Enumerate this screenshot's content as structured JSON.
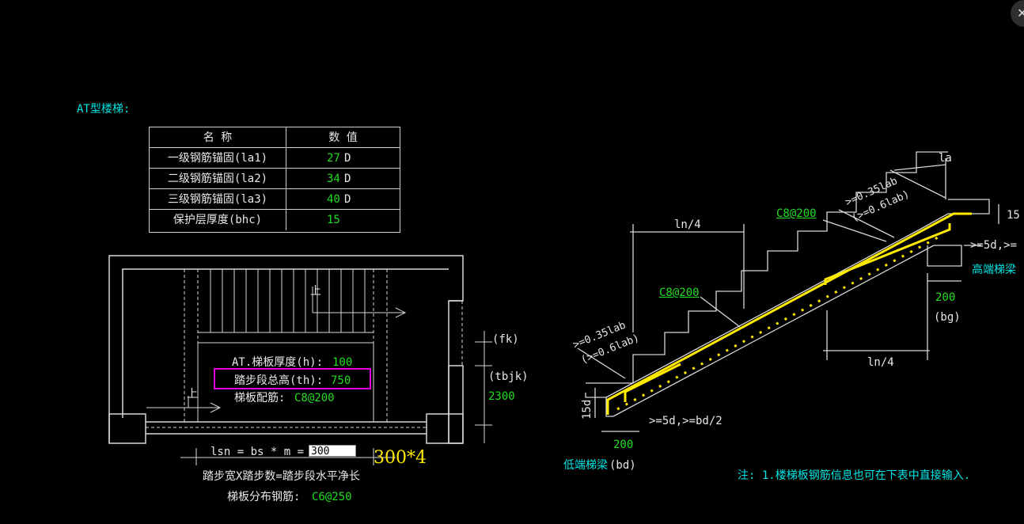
{
  "title": "AT型楼梯:",
  "table": {
    "headers": [
      "名  称",
      "数  值"
    ],
    "rows": [
      {
        "name": "一级钢筋锚固(la1)",
        "value": "27",
        "unit": "D"
      },
      {
        "name": "二级钢筋锚固(la2)",
        "value": "34",
        "unit": "D"
      },
      {
        "name": "三级钢筋锚固(la3)",
        "value": "40",
        "unit": "D"
      },
      {
        "name": "保护层厚度(bhc)",
        "value": "15",
        "unit": ""
      }
    ]
  },
  "plan": {
    "up_label": "上",
    "thickness_label": "AT.梯板厚度(h):",
    "thickness_value": "100",
    "height_label": "踏步段总高(th):",
    "height_value": "750",
    "rebar_label": "梯板配筋:",
    "rebar_value": "C8@200",
    "fk_label": "(fk)",
    "tbjk_label": "(tbjk)",
    "width_value": "2300",
    "lsn_label": "lsn = bs * m =",
    "lsn_input": "300",
    "lsn_note": "300*4",
    "formula_label": "踏步宽X踏步数=踏步段水平净长",
    "dist_label": "梯板分布钢筋:",
    "dist_value": "C6@250"
  },
  "section": {
    "ln4_top": "ln/4",
    "ln4_bottom": "ln/4",
    "la_label": "la",
    "rebar_top": "C8@200",
    "rebar_mid": "C8@200",
    "anchor_top_1": ">=0.35lab",
    "anchor_top_2": "(>=0.6lab)",
    "anchor_low_1": ">=0.35lab",
    "anchor_low_2": "(>=0.6lab)",
    "cover_15": "15",
    "min_5d_high": ">=5d,>=",
    "min_5d_low": ">=5d,>=bd/2",
    "high_beam": "高端梯梁",
    "low_beam": "低端梯梁",
    "bg_value": "200",
    "bg_label": "(bg)",
    "bd_value": "200",
    "bd_label": "(bd)",
    "d15": "15d"
  },
  "note": "注: 1.楼梯板钢筋信息也可在下表中直接输入.",
  "close_symbol": "✕",
  "colors": {
    "white": "#e8e8e8",
    "cyan": "#00e5e5",
    "green": "#22dd22",
    "yellow": "#ffea00",
    "magenta": "#e000e0"
  }
}
